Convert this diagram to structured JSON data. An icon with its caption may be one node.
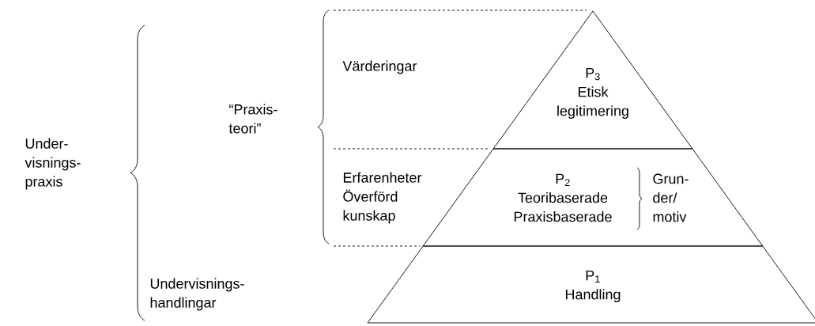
{
  "diagram": {
    "nodes": [
      {
        "text": [
          "P$_{3}$",
          "Etisk legitimering"
        ]
      },
      {
        "text": [
          "P$_{2}$",
          "Teoribaserade Praxisbaserade",
          "Grun- der/ motiv"
        ]
      },
      {
        "text": [
          "P$_{1}$",
          "Handling"
        ]
      }
    ],
    "labels": [
      "Värderingar",
      "“Praxis- teori”",
      "Under- visnings- praxis",
      "Erfarenheter Överförd kunskap",
      "Undervisnings- handlingar"
    ]
  }
}
